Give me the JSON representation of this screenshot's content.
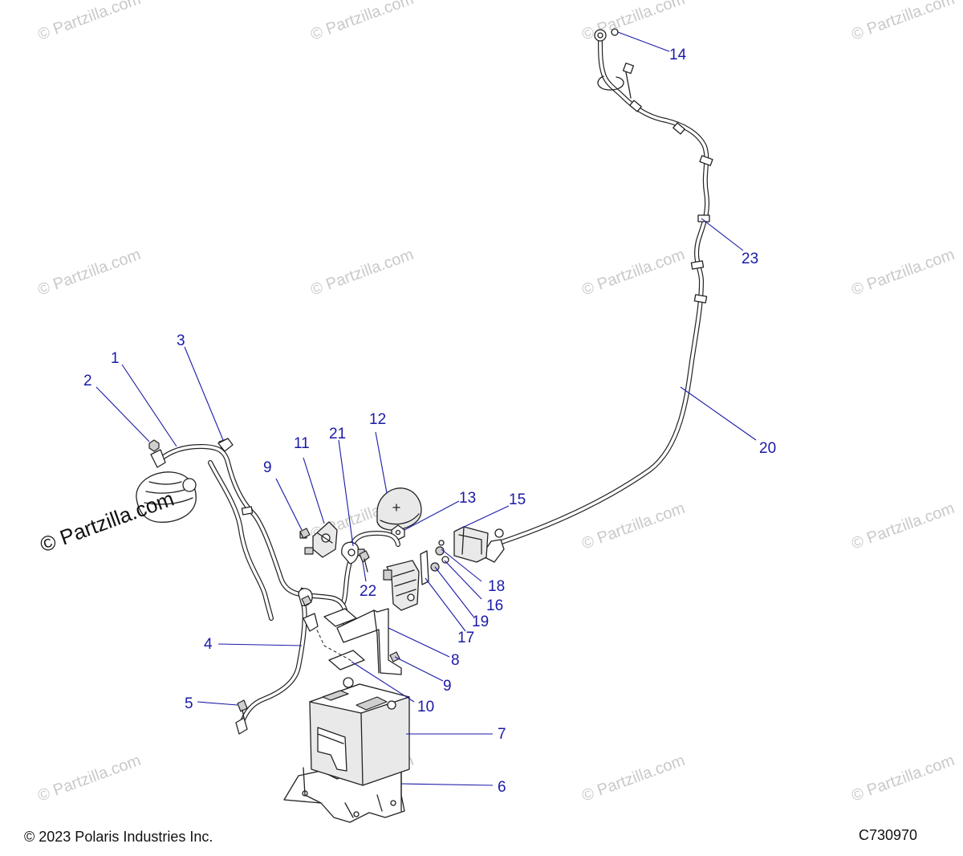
{
  "watermark": {
    "text": "© Partzilla.com",
    "featured_text": "© Partzilla.com"
  },
  "footer": {
    "copyright": "© 2023 Polaris Industries Inc.",
    "diagram_code": "C730970"
  },
  "callouts": [
    {
      "id": "c1",
      "label": "1"
    },
    {
      "id": "c2",
      "label": "2"
    },
    {
      "id": "c3",
      "label": "3"
    },
    {
      "id": "c4",
      "label": "4"
    },
    {
      "id": "c5",
      "label": "5"
    },
    {
      "id": "c6",
      "label": "6"
    },
    {
      "id": "c7",
      "label": "7"
    },
    {
      "id": "c8",
      "label": "8"
    },
    {
      "id": "c9a",
      "label": "9"
    },
    {
      "id": "c9b",
      "label": "9"
    },
    {
      "id": "c10",
      "label": "10"
    },
    {
      "id": "c11",
      "label": "11"
    },
    {
      "id": "c12",
      "label": "12"
    },
    {
      "id": "c13",
      "label": "13"
    },
    {
      "id": "c14",
      "label": "14"
    },
    {
      "id": "c15",
      "label": "15"
    },
    {
      "id": "c16",
      "label": "16"
    },
    {
      "id": "c17",
      "label": "17"
    },
    {
      "id": "c18",
      "label": "18"
    },
    {
      "id": "c19",
      "label": "19"
    },
    {
      "id": "c20",
      "label": "20"
    },
    {
      "id": "c21",
      "label": "21"
    },
    {
      "id": "c22",
      "label": "22"
    },
    {
      "id": "c23",
      "label": "23"
    }
  ]
}
